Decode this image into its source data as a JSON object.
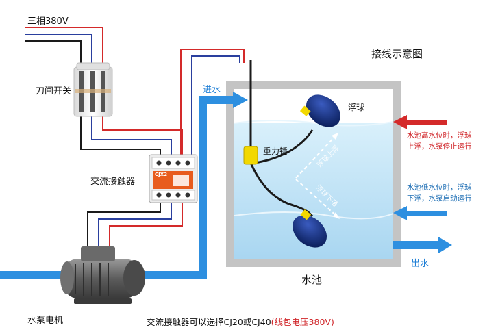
{
  "labels": {
    "three_phase": "三相380V",
    "knife_switch": "刀闸开关",
    "contactor": "交流接触器",
    "contactor_brand": "CJX2",
    "motor_pump": "水泵电机",
    "inlet": "进水",
    "outlet": "出水",
    "tank": "水池",
    "float": "浮球",
    "weight": "重力锤",
    "float_up": "浮球上浮",
    "float_down": "浮球下落",
    "diagram_title": "接线示意图"
  },
  "notes": {
    "high_level_1": "水池高水位时，浮球",
    "high_level_2": "上浮，水泵停止运行",
    "low_level_1": "水池低水位时，浮球",
    "low_level_2": "下浮，水泵启动运行"
  },
  "caption": {
    "main": "交流接触器可以选择CJ20或CJ40",
    "highlight": "(线包电压380V)"
  },
  "colors": {
    "wire_red": "#d42a2a",
    "wire_blue": "#2a3f9e",
    "wire_black": "#1a1a1a",
    "pipe_blue": "#2d8fe0",
    "water": "#bfe3f7",
    "tank_wall": "#b8b8b8",
    "float_ball": "#13307a",
    "float_cap": "#f2d800"
  }
}
